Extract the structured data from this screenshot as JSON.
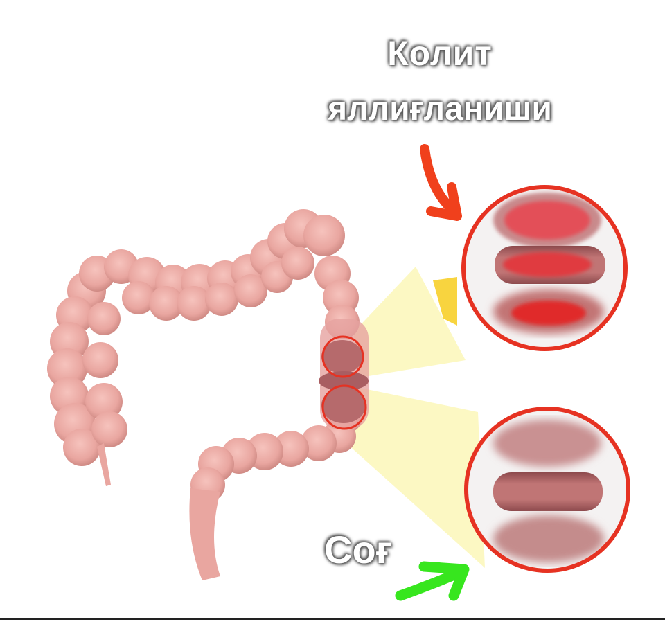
{
  "title": {
    "line1": "Колит",
    "line2": "яллиғланиши"
  },
  "healthy_label": "Соғ",
  "colors": {
    "colon": "#e9a6a0",
    "colon_dark": "#c9837d",
    "highlight_ring": "#e63222",
    "inflamed": "#e02a2a",
    "healthy_band": "#b86c6c",
    "beam": "#fbf7b8",
    "arrow_red": "#f0401c",
    "arrow_green": "#37e61e",
    "label_text": "#ffffff"
  },
  "icons": [
    "red-arrow-icon",
    "green-arrow-icon"
  ]
}
